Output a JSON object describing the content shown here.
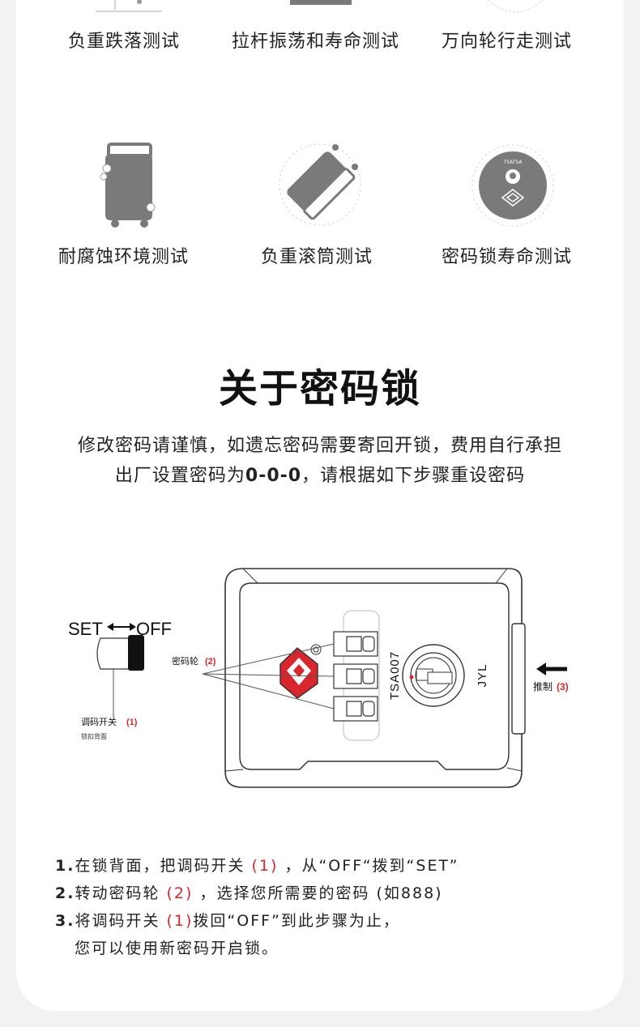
{
  "tests_row1": [
    "负重跌落测试",
    "拉杆振荡和寿命测试",
    "万向轮行走测试"
  ],
  "tests_row2": [
    "耐腐蚀环境测试",
    "负重滚筒测试",
    "密码锁寿命测试"
  ],
  "icon_text": {
    "tsa_ring": "TSATSA"
  },
  "section_title": "关于密码锁",
  "intro": {
    "line1": "修改密码请谨慎，如遗忘密码需要寄回开锁，费用自行承担",
    "line2_prefix": "出厂设置密码为",
    "line2_code": "0-0-0",
    "line2_suffix": "，请根据如下步骤重设密码"
  },
  "diagram": {
    "set_label": "SET",
    "off_label": "OFF",
    "switch_label": "调码开关",
    "switch_num": "(1)",
    "switch_note": "锁扣背面",
    "wheel_label": "密码轮",
    "wheel_num": "(2)",
    "push_label": "推制",
    "push_num": "(3)",
    "model": "TSA007",
    "brand": "JYL"
  },
  "steps": [
    {
      "num": "1.",
      "before": "在锁背面，把调码开关 ",
      "hl": "(1)",
      "after": " ，从“OFF“拨到“SET”"
    },
    {
      "num": "2.",
      "before": "转动密码轮 ",
      "hl": "(2)",
      "after": " ，选择您所需要的密码 (如888)"
    },
    {
      "num": "3.",
      "before": "将调码开关 ",
      "hl": "(1)",
      "after": "拨回“OFF”到此步骤为止，"
    }
  ],
  "step_cont": "您可以使用新密码开启锁。",
  "colors": {
    "accent_red": "#d8262c",
    "icon_gray": "#7a7a7a",
    "line_gray": "#555555"
  }
}
